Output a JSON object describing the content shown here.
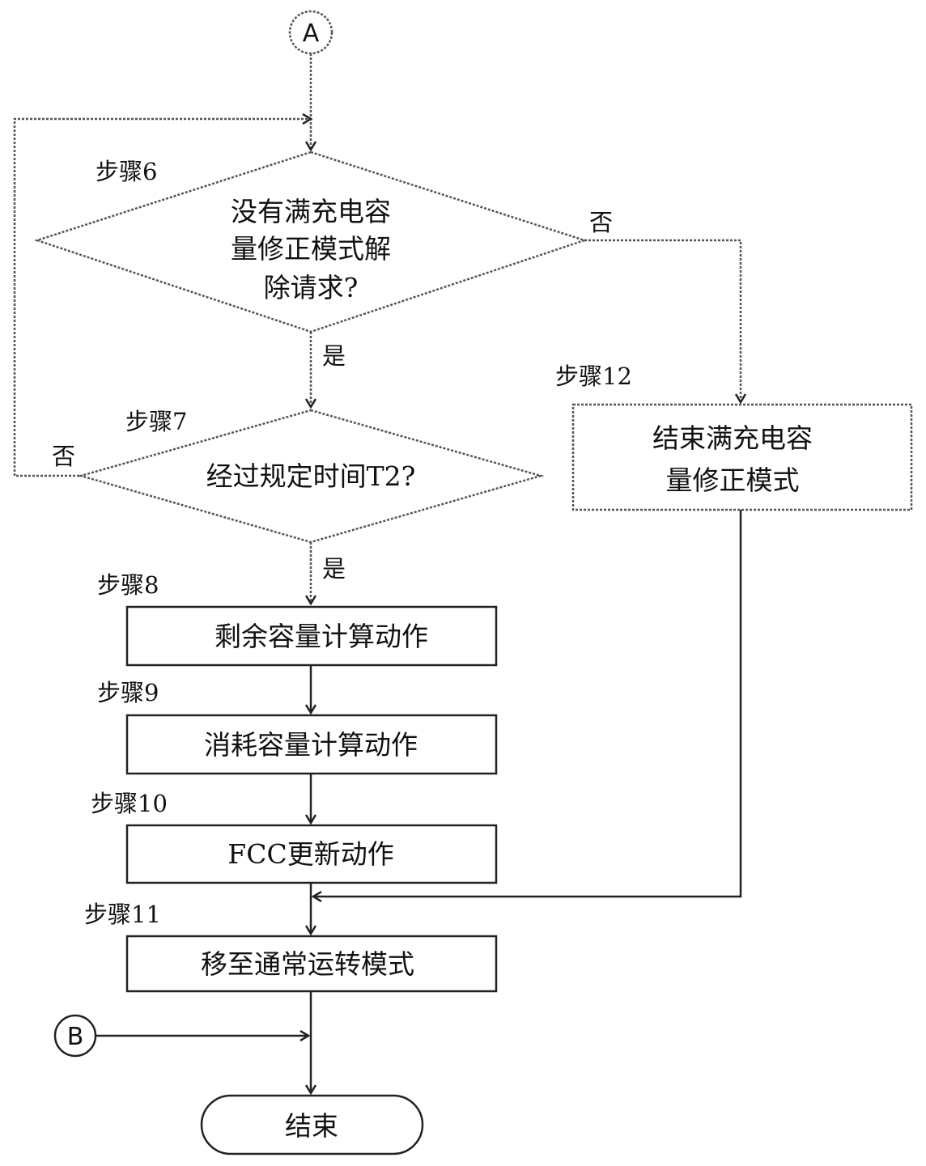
{
  "connectors": {
    "a": "A",
    "b": "B"
  },
  "steps": {
    "s6": {
      "label": "步骤6",
      "lines": [
        "没有满充电容",
        "量修正模式解",
        "除请求?"
      ],
      "yes": "是",
      "no": "否"
    },
    "s7": {
      "label": "步骤7",
      "lines": [
        "经过规定时间T2?"
      ],
      "yes": "是",
      "no": "否"
    },
    "s8": {
      "label": "步骤8",
      "text": "剩余容量计算动作"
    },
    "s9": {
      "label": "步骤9",
      "text": "消耗容量计算动作"
    },
    "s10": {
      "label": "步骤10",
      "text": "FCC更新动作"
    },
    "s11": {
      "label": "步骤11",
      "text": "移至通常运转模式"
    },
    "s12": {
      "label": "步骤12",
      "lines": [
        "结束满充电容",
        "量修正模式"
      ]
    }
  },
  "terminal": {
    "end": "结束"
  }
}
